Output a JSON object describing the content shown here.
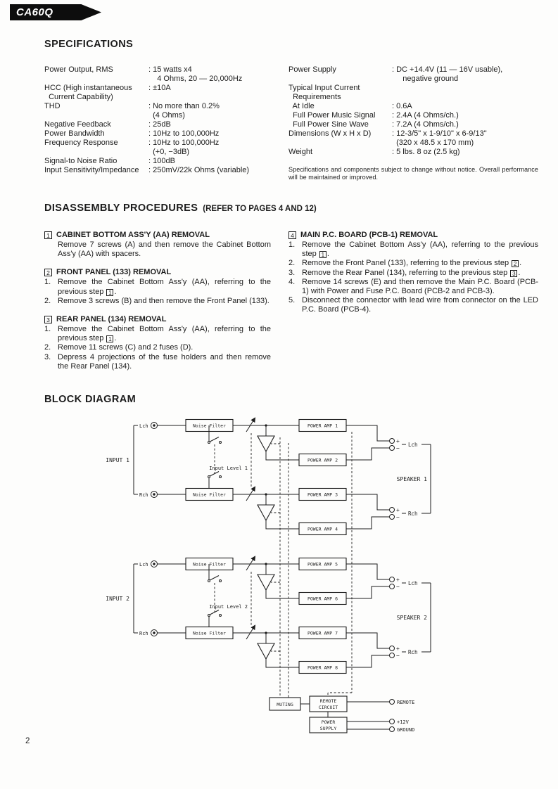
{
  "page": {
    "model": "CA60Q",
    "page_number": "2"
  },
  "specifications": {
    "title": "SPECIFICATIONS",
    "left": [
      {
        "label": "Power Output, RMS",
        "value": ": 15 watts x4\n    4 Ohms, 20 — 20,000Hz"
      },
      {
        "label": "HCC (High instantaneous\n  Current Capability)",
        "value": ": ±10A"
      },
      {
        "label": "THD",
        "value": ": No more than 0.2%\n  (4 Ohms)"
      },
      {
        "label": "Negative Feedback",
        "value": ": 25dB"
      },
      {
        "label": "Power Bandwidth",
        "value": ": 10Hz to 100,000Hz"
      },
      {
        "label": "Frequency Response",
        "value": ": 10Hz to 100,000Hz\n  (+0, −3dB)"
      },
      {
        "label": "Signal-to Noise Ratio",
        "value": ": 100dB"
      },
      {
        "label": "Input Sensitivity/Impedance",
        "value": ": 250mV/22k Ohms (variable)"
      }
    ],
    "right": [
      {
        "label": "Power Supply",
        "value": ": DC +14.4V (11 — 16V usable),\n     negative ground"
      },
      {
        "label": "Typical Input Current\n  Requirements",
        "value": ""
      },
      {
        "label": "  At Idle",
        "value": ": 0.6A"
      },
      {
        "label": "  Full Power Music Signal",
        "value": ": 2.4A (4 Ohms/ch.)"
      },
      {
        "label": "  Full Power Sine Wave",
        "value": ": 7.2A (4 Ohms/ch.)"
      },
      {
        "label": "Dimensions (W x H x D)",
        "value": ": 12-3/5\" x 1-9/10\" x 6-9/13\"\n  (320 x 48.5 x 170 mm)"
      },
      {
        "label": "Weight",
        "value": ": 5 lbs. 8 oz (2.5 kg)"
      }
    ],
    "note": "Specifications and components subject to change without notice. Overall performance will be maintained or improved."
  },
  "disassembly": {
    "title": "DISASSEMBLY PROCEDURES",
    "title_suffix": "(REFER TO PAGES 4 AND 12)",
    "sections": [
      {
        "num": "1",
        "title": "CABINET BOTTOM ASS'Y (AA) REMOVAL",
        "steps": [
          {
            "num": "",
            "text": "Remove 7 screws (A) and then remove the Cabinet Bottom Ass'y (AA) with spacers."
          }
        ]
      },
      {
        "num": "2",
        "title": "FRONT PANEL (133) REMOVAL",
        "steps": [
          {
            "num": "1.",
            "text": "Remove the Cabinet Bottom Ass'y (AA), referring to the previous step [1]."
          },
          {
            "num": "2.",
            "text": "Remove 3 screws (B) and then remove the Front Panel (133)."
          }
        ]
      },
      {
        "num": "3",
        "title": "REAR PANEL (134) REMOVAL",
        "steps": [
          {
            "num": "1.",
            "text": "Remove the Cabinet Bottom Ass'y (AA), referring to the previous step [1]."
          },
          {
            "num": "2.",
            "text": "Remove 11 screws (C) and 2 fuses (D)."
          },
          {
            "num": "3.",
            "text": "Depress 4 projections of the fuse holders and then remove the Rear Panel (134)."
          }
        ]
      },
      {
        "num": "4",
        "title": "MAIN P.C. BOARD (PCB-1) REMOVAL",
        "steps": [
          {
            "num": "1.",
            "text": "Remove the Cabinet Bottom Ass'y (AA), referring to the previous step [1]."
          },
          {
            "num": "2.",
            "text": "Remove the Front Panel (133), referring to the previous step [2]."
          },
          {
            "num": "3.",
            "text": "Remove the Rear Panel (134), referring to the previous step [3]."
          },
          {
            "num": "4.",
            "text": "Remove 14 screws (E) and then remove the Main P.C. Board (PCB-1) with Power and Fuse P.C. Board (PCB-2 and PCB-3)."
          },
          {
            "num": "5.",
            "text": "Disconnect the connector with lead wire from connector on the LED P.C. Board (PCB-4)."
          }
        ]
      }
    ]
  },
  "block_diagram": {
    "title": "BLOCK DIAGRAM",
    "noise_filter_label": "Noise Filter",
    "power_amps": [
      "POWER AMP 1",
      "POWER AMP 2",
      "POWER AMP 3",
      "POWER AMP 4",
      "POWER AMP 5",
      "POWER AMP 6",
      "POWER AMP 7",
      "POWER AMP 8"
    ],
    "input1_label": "INPUT 1",
    "input2_label": "INPUT 2",
    "input_level1_label": "Input Level 1",
    "input_level2_label": "Input Level 2",
    "speaker1_label": "SPEAKER 1",
    "speaker2_label": "SPEAKER 2",
    "lch_label": "Lch",
    "rch_label": "Rch",
    "plus_sign": "+",
    "minus_sign": "−",
    "muting_label": "MUTING",
    "remote_circuit_line1": "REMOTE",
    "remote_circuit_line2": "CIRCUIT",
    "power_supply_line1": "POWER",
    "power_supply_line2": "SUPPLY",
    "remote_terminal_label": "REMOTE",
    "plus12v_terminal_label": "+12V",
    "ground_terminal_label": "GROUND"
  }
}
